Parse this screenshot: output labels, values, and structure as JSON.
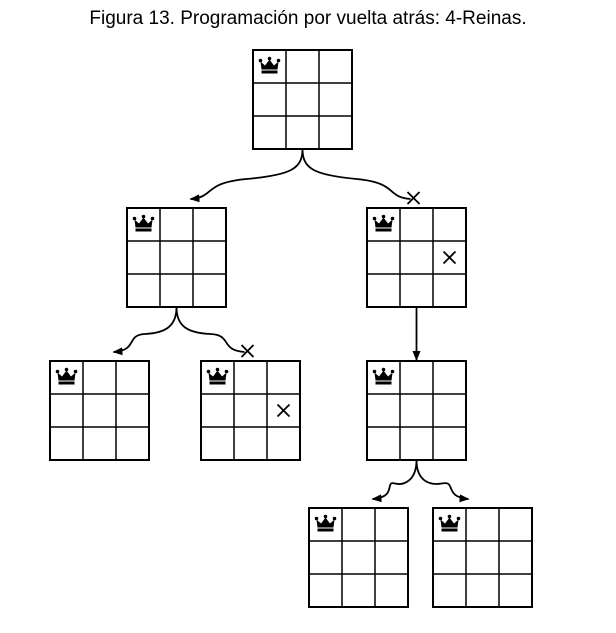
{
  "title": "Figura 13. Programación por vuelta atrás: 4-Reinas.",
  "glyphs": {
    "queen": "♛",
    "cross": "✕"
  },
  "icons": {
    "queen": "queen-icon",
    "cross": "cross-icon"
  },
  "colors": {
    "ink": "#000000",
    "background": "#ffffff"
  },
  "boards": [
    {
      "id": "b0",
      "queens": [
        [
          0,
          0
        ]
      ],
      "crosses": []
    },
    {
      "id": "b1",
      "queens": [
        [
          0,
          0
        ]
      ],
      "crosses": []
    },
    {
      "id": "b2",
      "queens": [
        [
          0,
          0
        ]
      ],
      "crosses": [
        [
          1,
          2
        ]
      ]
    },
    {
      "id": "b3",
      "queens": [
        [
          0,
          0
        ]
      ],
      "crosses": []
    },
    {
      "id": "b4",
      "queens": [
        [
          0,
          0
        ]
      ],
      "crosses": [
        [
          1,
          2
        ]
      ]
    },
    {
      "id": "b5",
      "queens": [
        [
          0,
          0
        ]
      ],
      "crosses": []
    },
    {
      "id": "b6",
      "queens": [
        [
          0,
          0
        ]
      ],
      "crosses": []
    },
    {
      "id": "b7",
      "queens": [
        [
          0,
          0
        ]
      ],
      "crosses": []
    }
  ],
  "edges": [
    {
      "from": "b0",
      "to": "b1",
      "pruned": false
    },
    {
      "from": "b0",
      "to": "b2",
      "pruned": true
    },
    {
      "from": "b1",
      "to": "b3",
      "pruned": false
    },
    {
      "from": "b1",
      "to": "b4",
      "pruned": true
    },
    {
      "from": "b2",
      "to": "b5",
      "pruned": false
    },
    {
      "from": "b5",
      "to": "b6",
      "pruned": false
    },
    {
      "from": "b5",
      "to": "b7",
      "pruned": false
    }
  ]
}
